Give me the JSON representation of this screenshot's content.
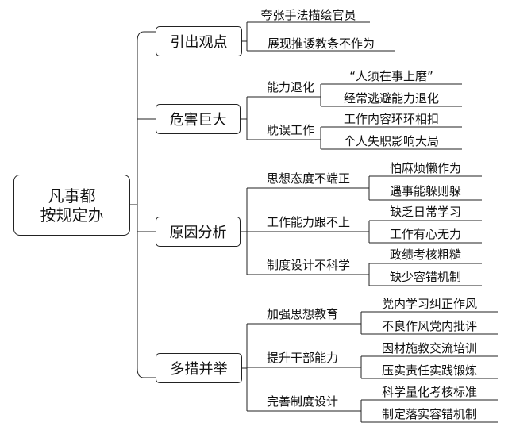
{
  "root": {
    "line1": "凡事都",
    "line2": "按规定办"
  },
  "branches": [
    {
      "title": "引出观点",
      "leaves": [
        "夸张手法描绘官员",
        "展现推诿教条不作为"
      ]
    },
    {
      "title": "危害巨大",
      "groups": [
        {
          "title": "能力退化",
          "leaves": [
            "“人须在事上磨”",
            "经常逃避能力退化"
          ]
        },
        {
          "title": "耽误工作",
          "leaves": [
            "工作内容环环相扣",
            "个人失职影响大局"
          ]
        }
      ]
    },
    {
      "title": "原因分析",
      "groups": [
        {
          "title": "思想态度不端正",
          "leaves": [
            "怕麻烦懒作为",
            "遇事能躲则躲"
          ]
        },
        {
          "title": "工作能力跟不上",
          "leaves": [
            "缺乏日常学习",
            "工作有心无力"
          ]
        },
        {
          "title": "制度设计不科学",
          "leaves": [
            "政绩考核粗糙",
            "缺少容错机制"
          ]
        }
      ]
    },
    {
      "title": "多措并举",
      "groups": [
        {
          "title": "加强思想教育",
          "leaves": [
            "党内学习纠正作风",
            "不良作风党内批评"
          ]
        },
        {
          "title": "提升干部能力",
          "leaves": [
            "因材施教交流培训",
            "压实责任实践锻炼"
          ]
        },
        {
          "title": "完善制度设计",
          "leaves": [
            "科学量化考核标准",
            "制定落实容错机制"
          ]
        }
      ]
    }
  ]
}
